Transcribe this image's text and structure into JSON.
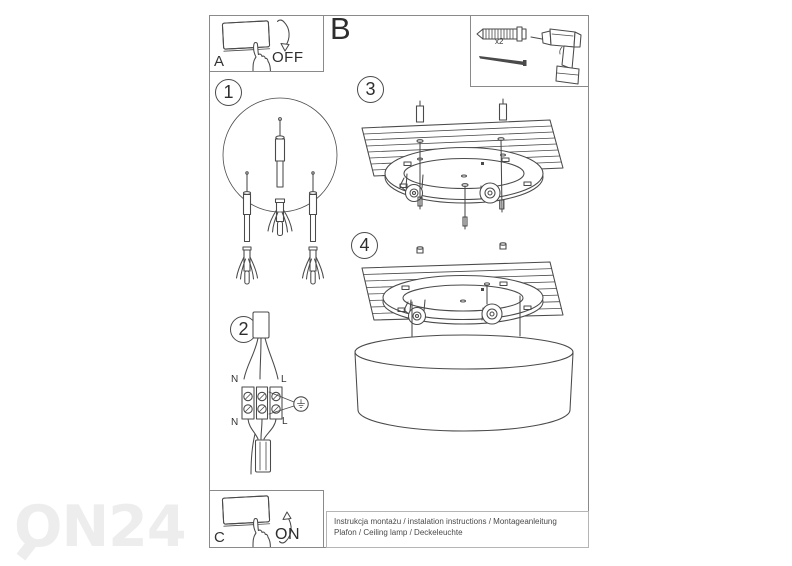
{
  "colors": {
    "line": "#4a4a4a",
    "frame": "#8a8a8a",
    "watermark": "#ededed"
  },
  "watermark": {
    "text": "ON24"
  },
  "panels": {
    "a": {
      "label": "A",
      "state": "OFF"
    },
    "b": "B",
    "c": {
      "label": "C",
      "state": "ON"
    }
  },
  "tools": {
    "qty": "x2",
    "items": [
      "wall-plug-icon",
      "screw-icon",
      "drill-icon"
    ]
  },
  "steps": {
    "one": "1",
    "two": "2",
    "three": "3",
    "four": "4"
  },
  "wiring": {
    "n_top": "N",
    "l_top": "L",
    "n_bottom": "N",
    "l_bottom": "L"
  },
  "footer": {
    "line1": "Instrukcja montażu / instalation instructions / Montageanleitung",
    "line2": "Plafon / Ceiling lamp / Deckeleuchte"
  }
}
